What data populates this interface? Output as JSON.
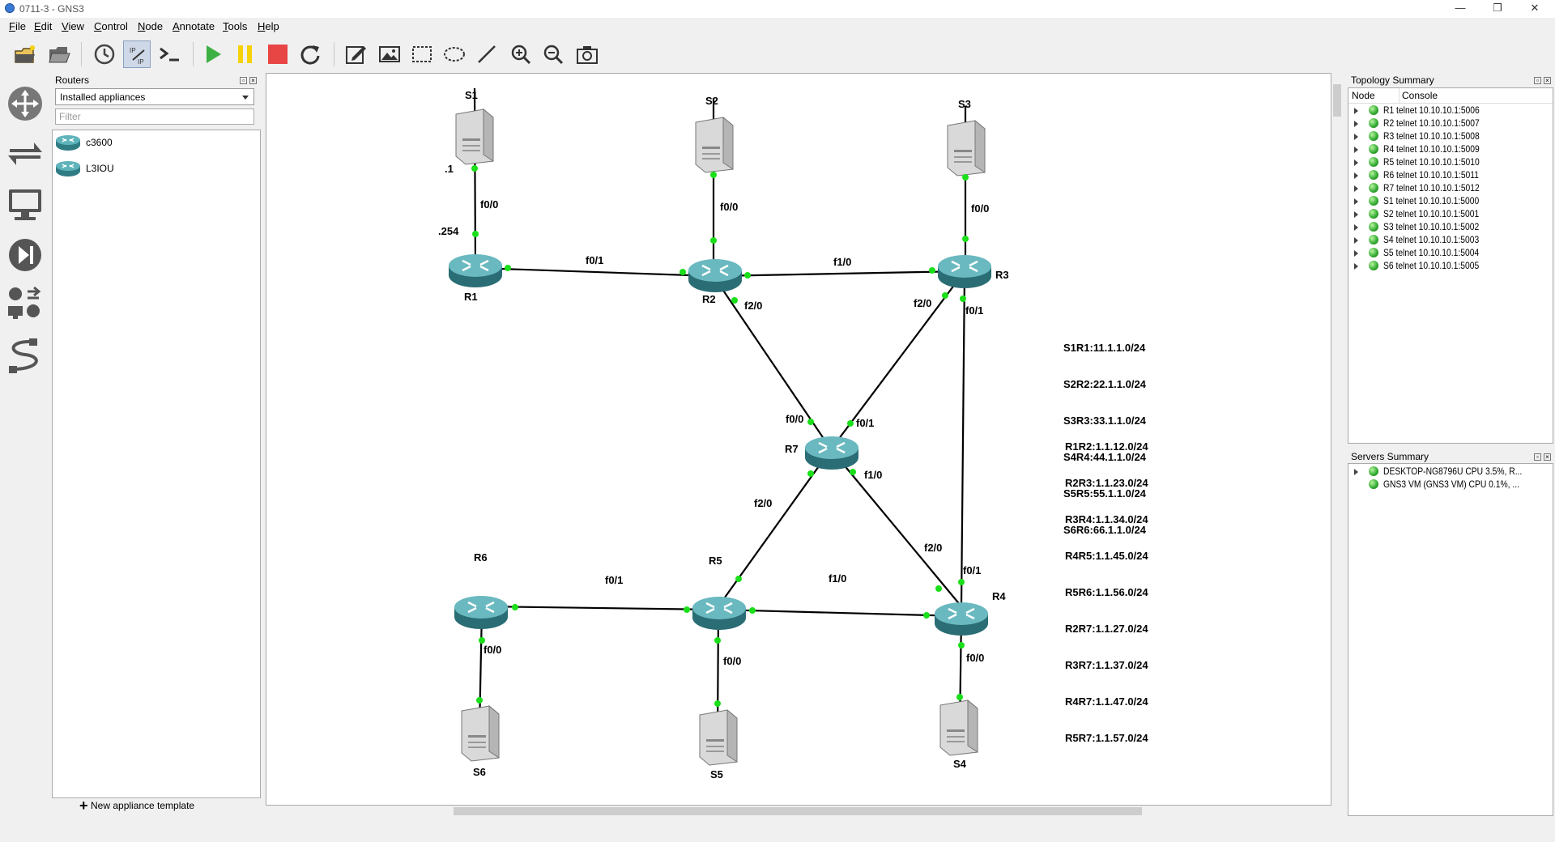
{
  "window": {
    "title": "0711-3 - GNS3",
    "minimize": "—",
    "maximize": "❐",
    "close": "✕"
  },
  "menu": [
    "File",
    "Edit",
    "View",
    "Control",
    "Node",
    "Annotate",
    "Tools",
    "Help"
  ],
  "toolbar_icons": [
    "folder-new-icon",
    "folder-open-icon",
    "snapshot-clock-icon",
    "show-interface-labels-icon",
    "console-all-icon",
    "start-all-icon",
    "suspend-all-icon",
    "stop-all-icon",
    "reload-all-icon",
    "add-note-icon",
    "insert-image-icon",
    "draw-rectangle-icon",
    "draw-ellipse-icon",
    "draw-line-icon",
    "zoom-in-icon",
    "zoom-out-icon",
    "screenshot-icon"
  ],
  "colors": {
    "accent_green": "#00e000",
    "router_teal": "#3a8f97",
    "start_green": "#3cb043",
    "suspend_yellow": "#f5d20a",
    "stop_red": "#e84545"
  },
  "devices_panel": {
    "title": "Routers",
    "category": "Installed appliances",
    "filter_placeholder": "Filter",
    "appliances": [
      "c3600",
      "L3IOU"
    ],
    "new_template": "New appliance template"
  },
  "topology": {
    "nodes": {
      "S1": "S1",
      "S2": "S2",
      "S3": "S3",
      "S4": "S4",
      "S5": "S5",
      "S6": "S6",
      "R1": "R1",
      "R2": "R2",
      "R3": "R3",
      "R4": "R4",
      "R5": "R5",
      "R6": "R6",
      "R7": "R7"
    },
    "links": {
      "s1r1": "f0/0",
      "s2r2": "f0/0",
      "s3r3": "f0/0",
      "s4r4": "f0/0",
      "s5r5": "f0/0",
      "s6r6": "f0/0",
      "r1r2": "f0/1",
      "r2r3": "f1/0",
      "r2_r7": "f2/0",
      "r3_r7": "f2/0",
      "r3_r4": "f0/1",
      "r7_r2": "f0/0",
      "r7_r3": "f0/1",
      "r7_r5": "f2/0",
      "r7_r4": "f1/0",
      "r4_r7": "f2/0",
      "r4_r3": "f0/1",
      "r6r5": "f0/1",
      "r5r4": "f1/0"
    },
    "address_labels": {
      "s1": ".1",
      "r1": ".254"
    },
    "note_servers": [
      "S1R1:11.1.1.0/24",
      "S2R2:22.1.1.0/24",
      "S3R3:33.1.1.0/24",
      "S4R4:44.1.1.0/24",
      "S5R5:55.1.1.0/24",
      "S6R6:66.1.1.0/24"
    ],
    "note_routers": [
      "R1R2:1.1.12.0/24",
      "R2R3:1.1.23.0/24",
      "R3R4:1.1.34.0/24",
      "R4R5:1.1.45.0/24",
      "R5R6:1.1.56.0/24",
      "R2R7:1.1.27.0/24",
      "R3R7:1.1.37.0/24",
      "R4R7:1.1.47.0/24",
      "R5R7:1.1.57.0/24"
    ]
  },
  "topology_summary": {
    "title": "Topology Summary",
    "col_node": "Node",
    "col_console": "Console",
    "rows": [
      "R1  telnet 10.10.10.1:5006",
      "R2  telnet 10.10.10.1:5007",
      "R3  telnet 10.10.10.1:5008",
      "R4  telnet 10.10.10.1:5009",
      "R5  telnet 10.10.10.1:5010",
      "R6  telnet 10.10.10.1:5011",
      "R7  telnet 10.10.10.1:5012",
      "S1  telnet 10.10.10.1:5000",
      "S2  telnet 10.10.10.1:5001",
      "S3  telnet 10.10.10.1:5002",
      "S4  telnet 10.10.10.1:5003",
      "S5  telnet 10.10.10.1:5004",
      "S6  telnet 10.10.10.1:5005"
    ]
  },
  "servers_summary": {
    "title": "Servers Summary",
    "rows": [
      "DESKTOP-NG8796U CPU 3.5%, R...",
      "GNS3 VM (GNS3 VM) CPU 0.1%, ..."
    ]
  }
}
